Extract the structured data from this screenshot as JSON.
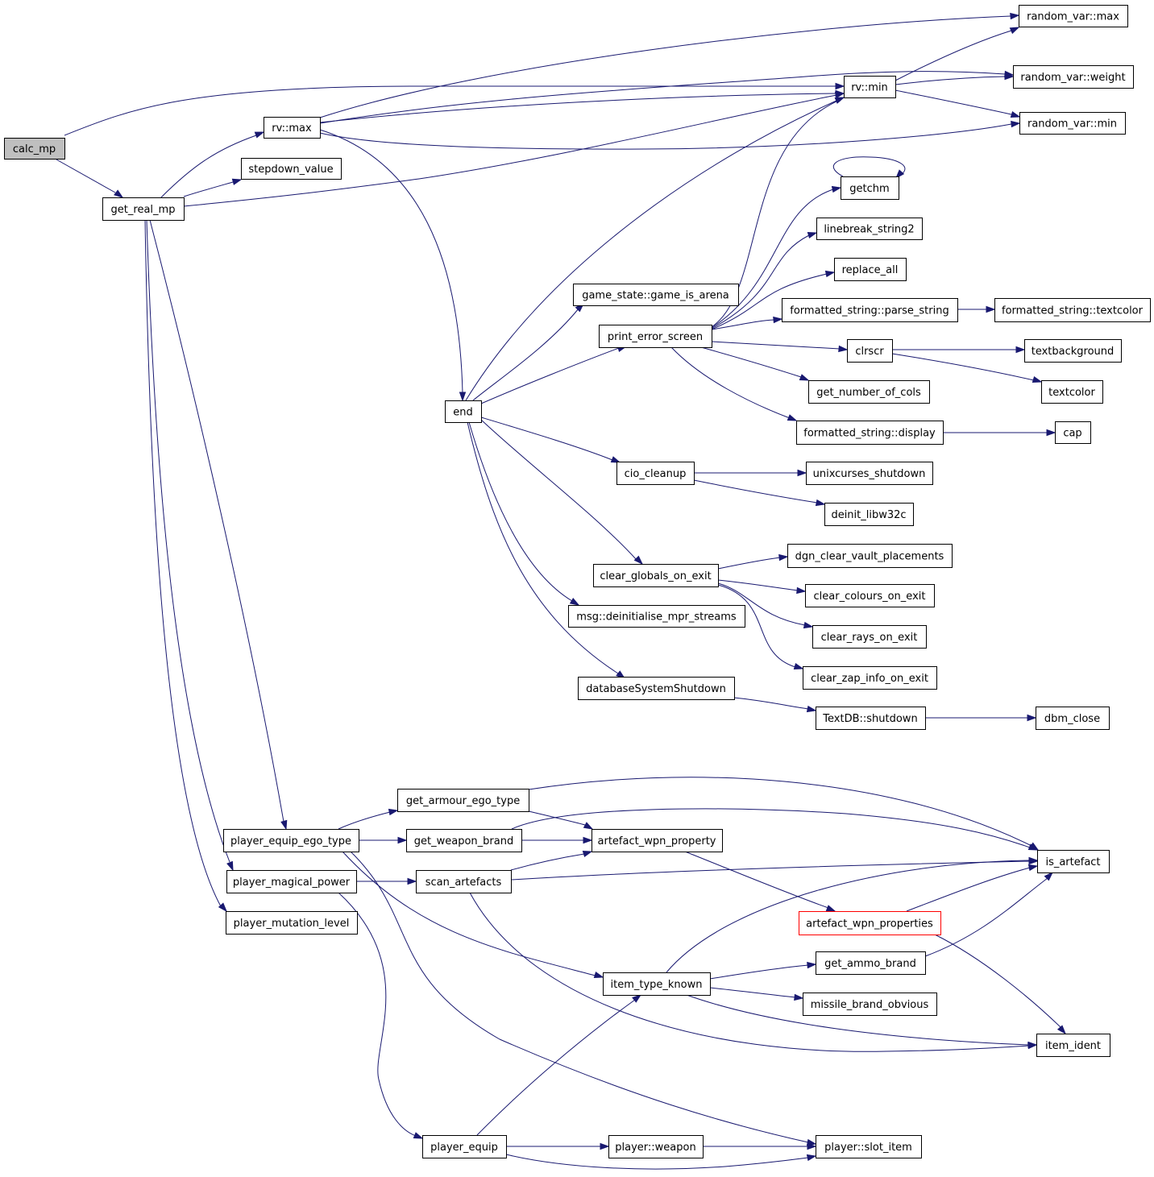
{
  "colors": {
    "edge": "#191970",
    "root_fill": "#bfbfbf",
    "highlight_border": "#ff0000"
  },
  "nodes": {
    "calc_mp": "calc_mp",
    "get_real_mp": "get_real_mp",
    "rv_max": "rv::max",
    "stepdown_value": "stepdown_value",
    "rv_min": "rv::min",
    "random_var_max": "random_var::max",
    "random_var_weight": "random_var::weight",
    "random_var_min": "random_var::min",
    "getchm": "getchm",
    "linebreak_string2": "linebreak_string2",
    "replace_all": "replace_all",
    "game_is_arena": "game_state::game_is_arena",
    "print_error_screen": "print_error_screen",
    "parse_string": "formatted_string::parse_string",
    "textcolor_fs": "formatted_string::textcolor",
    "clrscr": "clrscr",
    "textbackground": "textbackground",
    "textcolor": "textcolor",
    "get_number_of_cols": "get_number_of_cols",
    "end": "end",
    "fs_display": "formatted_string::display",
    "cap": "cap",
    "cio_cleanup": "cio_cleanup",
    "unixcurses_shutdown": "unixcurses_shutdown",
    "deinit_libw32c": "deinit_libw32c",
    "clear_globals_on_exit": "clear_globals_on_exit",
    "dgn_clear_vault_placements": "dgn_clear_vault_placements",
    "clear_colours_on_exit": "clear_colours_on_exit",
    "msg_deinit": "msg::deinitialise_mpr_streams",
    "clear_rays_on_exit": "clear_rays_on_exit",
    "clear_zap_info_on_exit": "clear_zap_info_on_exit",
    "databaseSystemShutdown": "databaseSystemShutdown",
    "textdb_shutdown": "TextDB::shutdown",
    "dbm_close": "dbm_close",
    "get_armour_ego_type": "get_armour_ego_type",
    "player_equip_ego_type": "player_equip_ego_type",
    "get_weapon_brand": "get_weapon_brand",
    "artefact_wpn_property": "artefact_wpn_property",
    "is_artefact": "is_artefact",
    "player_magical_power": "player_magical_power",
    "scan_artefacts": "scan_artefacts",
    "artefact_wpn_properties": "artefact_wpn_properties",
    "player_mutation_level": "player_mutation_level",
    "get_ammo_brand": "get_ammo_brand",
    "item_type_known": "item_type_known",
    "missile_brand_obvious": "missile_brand_obvious",
    "item_ident": "item_ident",
    "player_equip": "player_equip",
    "player_weapon": "player::weapon",
    "player_slot_item": "player::slot_item"
  }
}
